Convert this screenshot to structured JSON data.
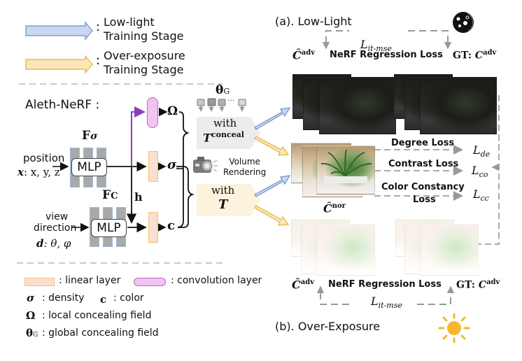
{
  "legend_top": {
    "low_light": {
      "line1": "Low-light",
      "line2": "Training Stage",
      "color": "#c9d8f0",
      "border": "#6f8fc9"
    },
    "over_exposure": {
      "line1": "Over-exposure",
      "line2": "Training Stage",
      "color": "#fbe7b5",
      "border": "#e3b33c"
    },
    "colon": ":"
  },
  "model": {
    "title": "Aleth-NeRF :",
    "f_sigma": "F",
    "f_sigma_sub": "σ",
    "f_c": "F",
    "f_c_sub": "C",
    "mlp": "MLP",
    "position_label": "position",
    "position_vars_x": "x",
    "position_vars_rest": ": x, y, z",
    "view_line1": "view",
    "view_line2": "direction",
    "view_vars_d": "d",
    "view_vars_rest": ": θ, φ",
    "h_label": "h",
    "omega": "Ω",
    "sigma": "σ",
    "c": "c",
    "theta_g": "θ",
    "theta_g_sub": "G",
    "dots": "···",
    "with1": "with",
    "t_conceal_T": "T",
    "t_conceal_sup": "conceal",
    "with2": "with",
    "t_plain": "T",
    "volume_rendering_1": "Volume",
    "volume_rendering_2": "Rendering",
    "camera_icon": "camera-icon"
  },
  "legend_bottom": {
    "linear_layer": ": linear layer",
    "convolution_layer": ": convolution layer",
    "sigma_sym": "σ",
    "density": ": density",
    "c_sym": "c",
    "color": ": color",
    "omega_sym": "Ω",
    "local_field": ": local concealing field",
    "theta_sym": "θ",
    "theta_sub": "G",
    "global_field": ": global concealing field"
  },
  "low_light_panel": {
    "title": "(a). Low-Light",
    "icon": "moon-icon",
    "loss_symbol": "L",
    "loss_sub": "it-mse",
    "pred_label_C": "C",
    "pred_label_sup": "adv",
    "regression_loss": "NeRF Regression Loss",
    "gt_label": "GT:",
    "gt_C": "C",
    "gt_sup": "adv"
  },
  "middle_panel": {
    "normal_C": "C",
    "normal_sup": "nor",
    "losses": [
      {
        "name": "Degree Loss",
        "symbol": "L",
        "sub": "de"
      },
      {
        "name": "Contrast Loss",
        "symbol": "L",
        "sub": "co"
      },
      {
        "name": "Color Constancy",
        "name2": "Loss",
        "symbol": "L",
        "sub": "cc"
      }
    ]
  },
  "over_exposure_panel": {
    "title": "(b). Over-Exposure",
    "icon": "sun-icon",
    "loss_symbol": "L",
    "loss_sub": "it-mse",
    "pred_label_C": "C",
    "pred_label_sup": "adv",
    "regression_loss": "NeRF Regression Loss",
    "gt_label": "GT:",
    "gt_C": "C",
    "gt_sup": "adv"
  },
  "colors": {
    "purple_path": "#8a3fbf",
    "sun": "#f5b82e",
    "dash_gray": "#9a9a9a",
    "with_conceal_bg": "#ececec",
    "with_T_bg": "#fdf3dc"
  }
}
